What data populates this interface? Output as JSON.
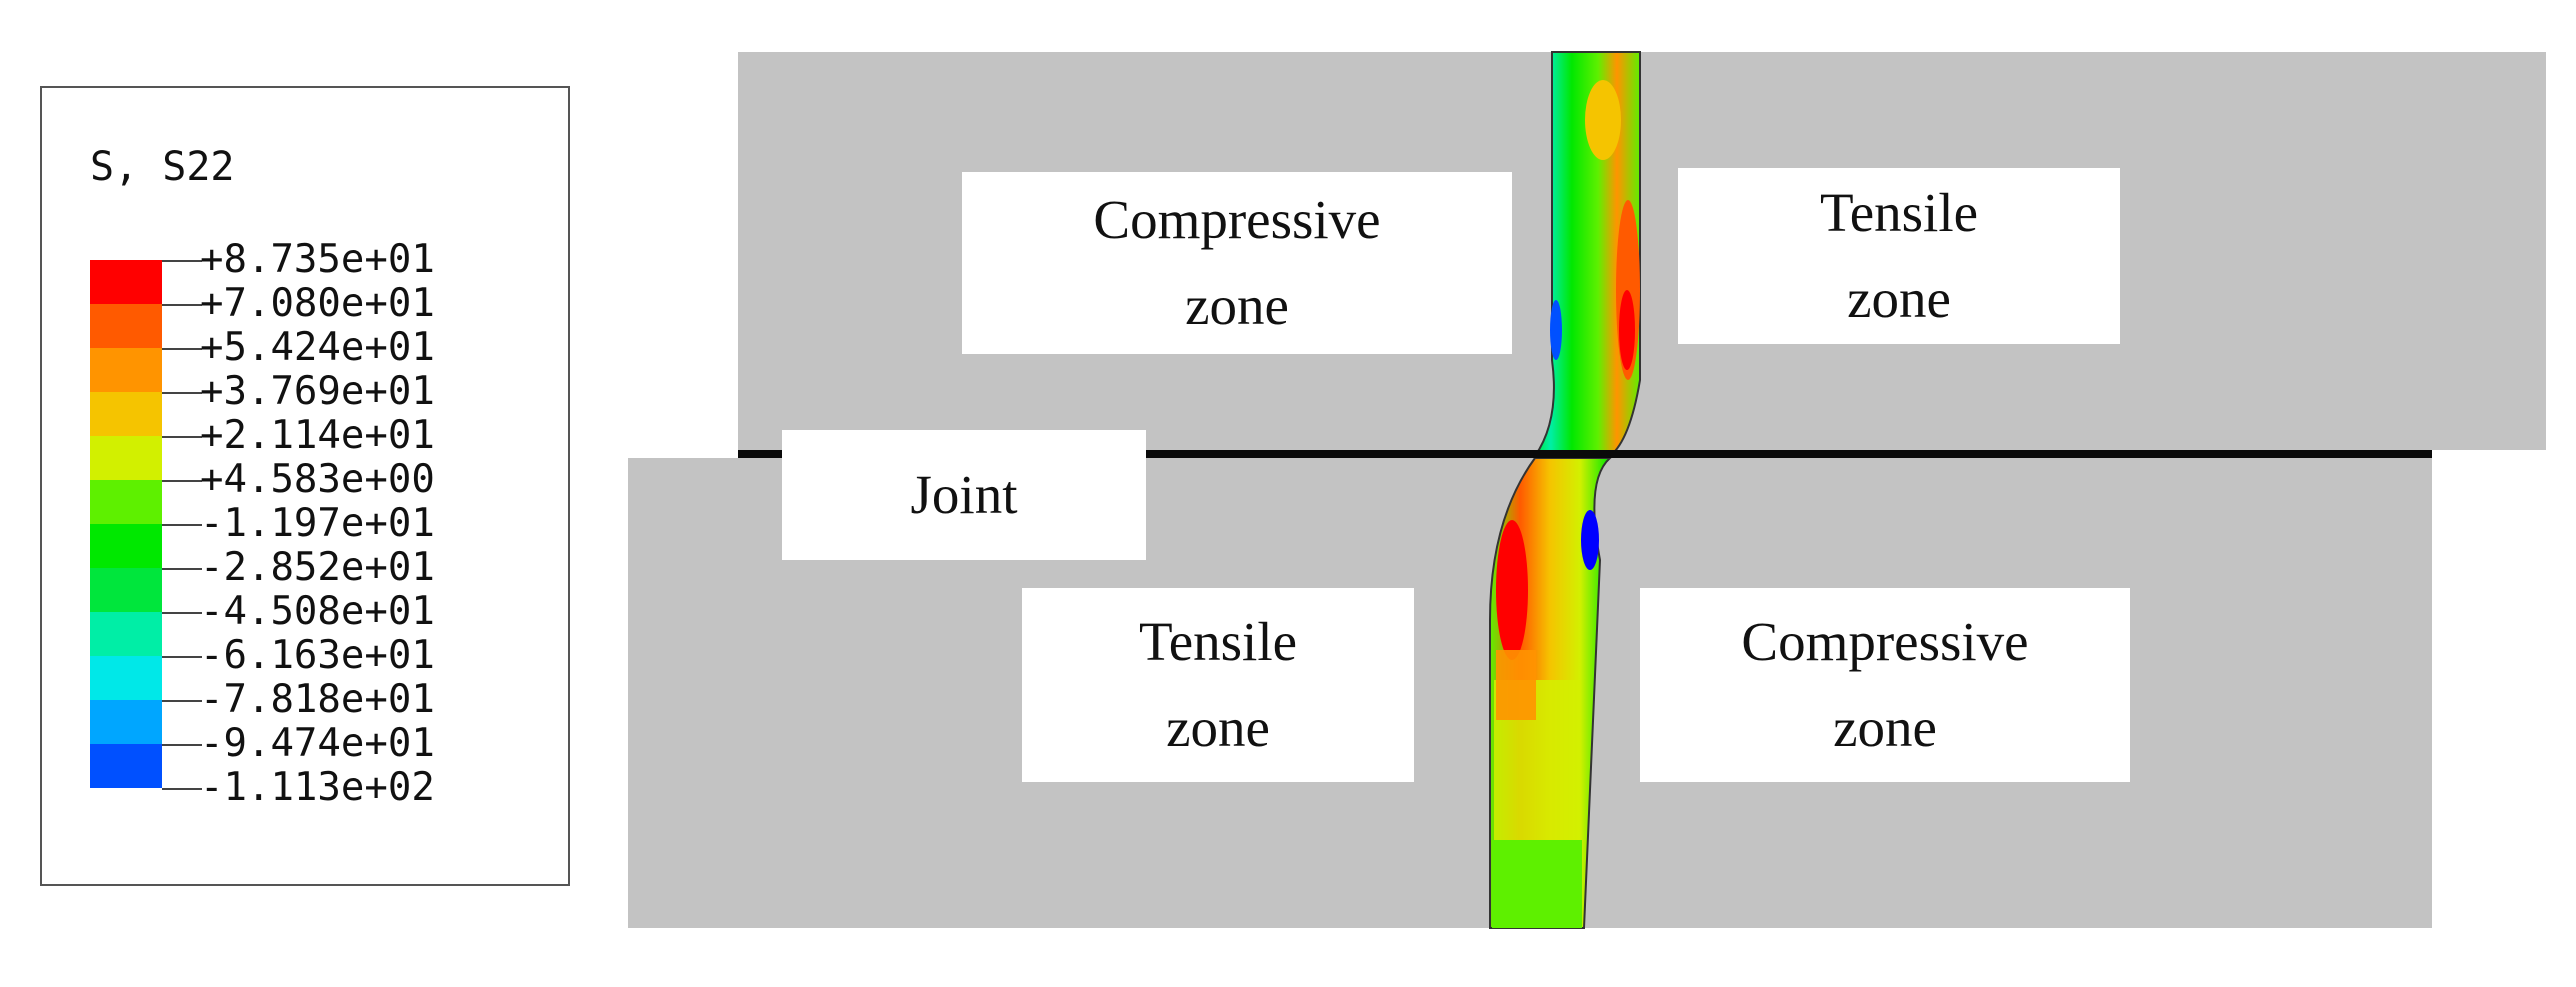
{
  "legend": {
    "title": "S, S22",
    "entries": [
      {
        "label": "+8.735e+01",
        "color": "#ff0000"
      },
      {
        "label": "+7.080e+01",
        "color": "#ff5a00"
      },
      {
        "label": "+5.424e+01",
        "color": "#ff9400"
      },
      {
        "label": "+3.769e+01",
        "color": "#f5c400"
      },
      {
        "label": "+2.114e+01",
        "color": "#d2f000"
      },
      {
        "label": "+4.583e+00",
        "color": "#5ef000"
      },
      {
        "label": "-1.197e+01",
        "color": "#00e800"
      },
      {
        "label": "-2.852e+01",
        "color": "#00e63c"
      },
      {
        "label": "-4.508e+01",
        "color": "#00eea6"
      },
      {
        "label": "-6.163e+01",
        "color": "#00e8e8"
      },
      {
        "label": "-7.818e+01",
        "color": "#00a6ff"
      },
      {
        "label": "-9.474e+01",
        "color": "#0050ff"
      },
      {
        "label": "-1.113e+02",
        "color": "#0000ff"
      }
    ]
  },
  "labels": {
    "upper_left": {
      "line1": "Compressive",
      "line2": "zone"
    },
    "upper_right": {
      "line1": "Tensile",
      "line2": "zone"
    },
    "joint": "Joint",
    "lower_left": {
      "line1": "Tensile",
      "line2": "zone"
    },
    "lower_right": {
      "line1": "Compressive",
      "line2": "zone"
    }
  },
  "colors": {
    "block": "#c3c3c3",
    "joint_line": "#0a0a0a",
    "label_bg": "#ffffff"
  }
}
